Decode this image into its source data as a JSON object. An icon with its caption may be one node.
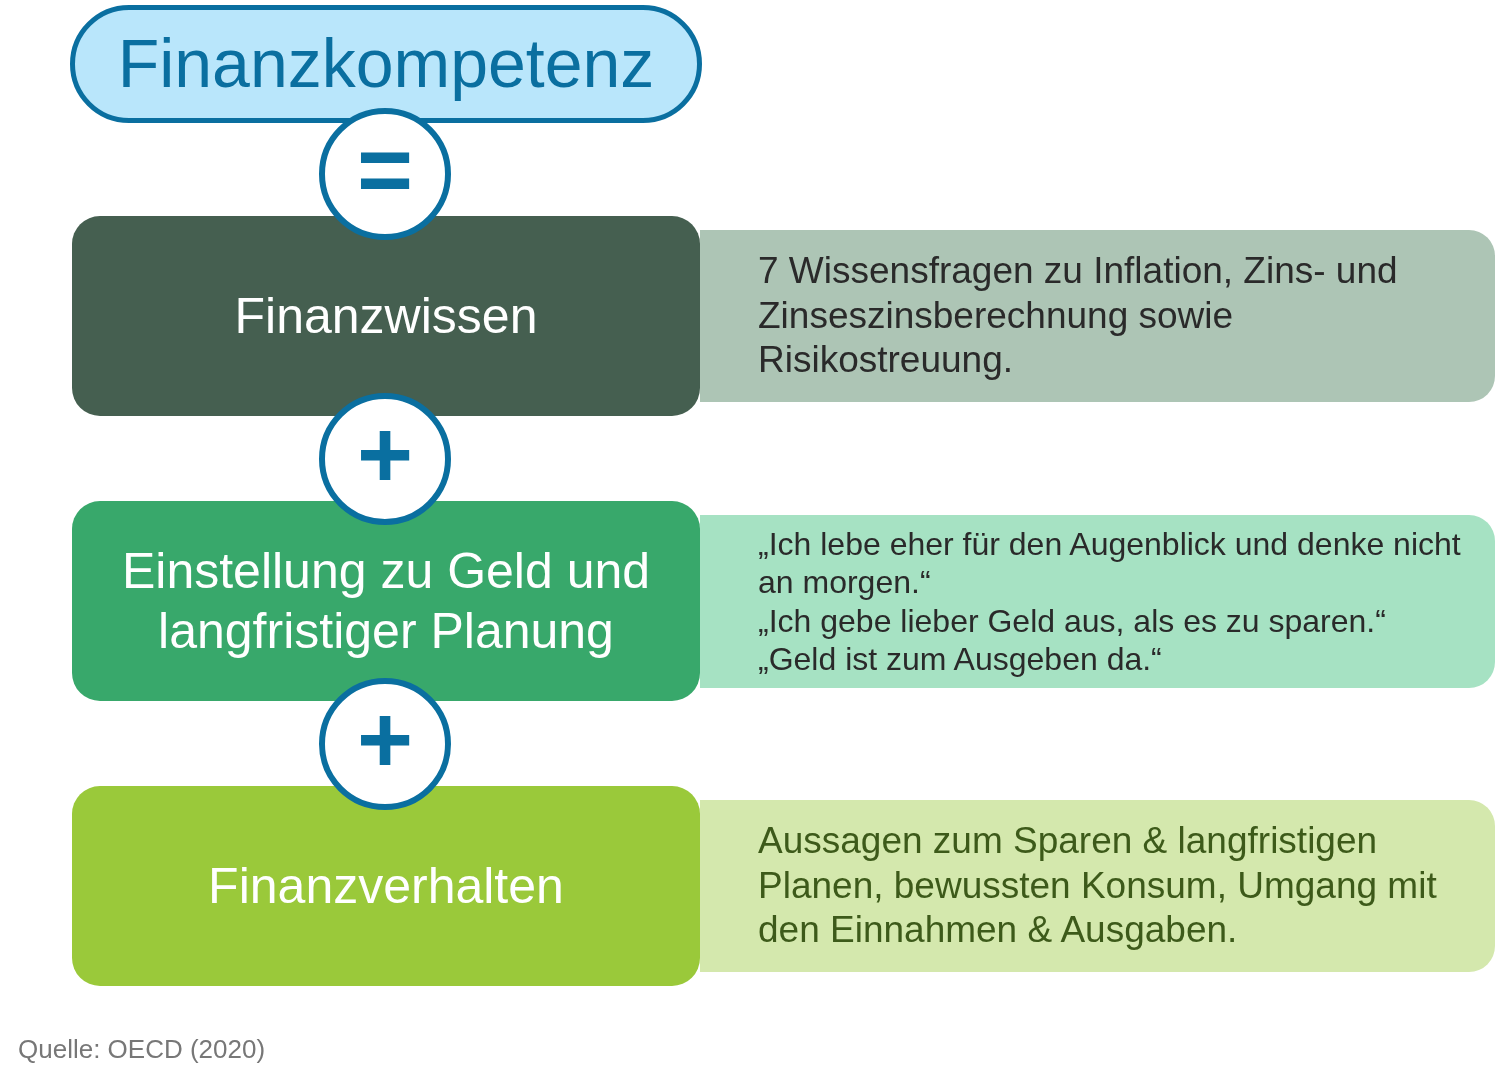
{
  "diagram": {
    "nodes": [
      {
        "text": [
          "Finanzkompetenz"
        ]
      },
      {
        "text": [
          "="
        ]
      },
      {
        "text": [
          "Finanzwissen"
        ]
      },
      {
        "text": [
          "7 Wissensfragen zu Inflation, Zins- und Zinseszinsberechnung sowie Risikostreuung."
        ]
      },
      {
        "text": [
          "+"
        ]
      },
      {
        "text": [
          "Einstellung zu Geld und langfristiger Planung"
        ]
      },
      {
        "text": [
          "„Ich lebe eher für den Augenblick und denke nicht an morgen.“",
          "„Ich gebe lieber Geld aus, als es zu sparen.“",
          "„Geld ist zum Ausgeben da.“"
        ]
      },
      {
        "text": [
          "+"
        ]
      },
      {
        "text": [
          "Finanzverhalten"
        ]
      },
      {
        "text": [
          "Aussagen zum Sparen & langfristigen Planen, bewussten Konsum, Umgang mit den Einnahmen & Ausgaben."
        ]
      }
    ],
    "edges": [],
    "caption": "Quelle: OECD (2020)"
  }
}
